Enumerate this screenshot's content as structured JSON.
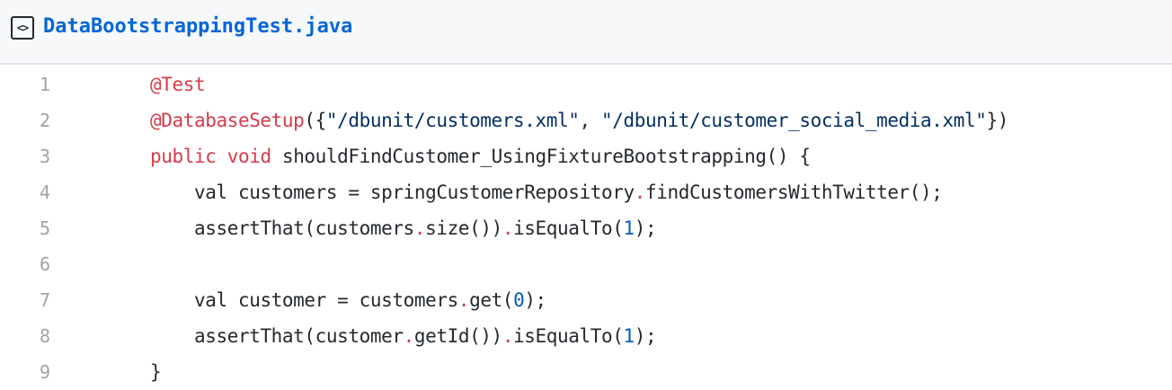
{
  "file": {
    "icon": "code-file-icon",
    "icon_glyph": "<>",
    "name": "DataBootstrappingTest.java"
  },
  "colors": {
    "filename": "#0366d6",
    "header_bg": "#f6f8fa",
    "keyword": "#d73a49",
    "string": "#032f62",
    "number": "#005cc5",
    "line_number": "#a0a4a8"
  },
  "lines": [
    {
      "number": "1",
      "indent": "",
      "tokens": [
        {
          "t": "@Test",
          "c": "ann"
        }
      ]
    },
    {
      "number": "2",
      "indent": "",
      "tokens": [
        {
          "t": "@DatabaseSetup",
          "c": "ann"
        },
        {
          "t": "({",
          "c": ""
        },
        {
          "t": "\"/dbunit/customers.xml\"",
          "c": "str"
        },
        {
          "t": ", ",
          "c": ""
        },
        {
          "t": "\"/dbunit/customer_social_media.xml\"",
          "c": "str"
        },
        {
          "t": "})",
          "c": ""
        }
      ]
    },
    {
      "number": "3",
      "indent": "",
      "tokens": [
        {
          "t": "public",
          "c": "kw"
        },
        {
          "t": " ",
          "c": ""
        },
        {
          "t": "void",
          "c": "kw"
        },
        {
          "t": " shouldFindCustomer_UsingFixtureBootstrapping() {",
          "c": ""
        }
      ]
    },
    {
      "number": "4",
      "indent": "    ",
      "tokens": [
        {
          "t": "val customers = springCustomerRepository",
          "c": ""
        },
        {
          "t": ".",
          "c": "dot"
        },
        {
          "t": "findCustomersWithTwitter();",
          "c": ""
        }
      ]
    },
    {
      "number": "5",
      "indent": "    ",
      "tokens": [
        {
          "t": "assertThat(customers",
          "c": ""
        },
        {
          "t": ".",
          "c": "dot"
        },
        {
          "t": "size())",
          "c": ""
        },
        {
          "t": ".",
          "c": "dot"
        },
        {
          "t": "isEqualTo(",
          "c": ""
        },
        {
          "t": "1",
          "c": "num"
        },
        {
          "t": ");",
          "c": ""
        }
      ]
    },
    {
      "number": "6",
      "indent": "",
      "tokens": []
    },
    {
      "number": "7",
      "indent": "    ",
      "tokens": [
        {
          "t": "val customer = customers",
          "c": ""
        },
        {
          "t": ".",
          "c": "dot"
        },
        {
          "t": "get(",
          "c": ""
        },
        {
          "t": "0",
          "c": "num"
        },
        {
          "t": ");",
          "c": ""
        }
      ]
    },
    {
      "number": "8",
      "indent": "    ",
      "tokens": [
        {
          "t": "assertThat(customer",
          "c": ""
        },
        {
          "t": ".",
          "c": "dot"
        },
        {
          "t": "getId())",
          "c": ""
        },
        {
          "t": ".",
          "c": "dot"
        },
        {
          "t": "isEqualTo(",
          "c": ""
        },
        {
          "t": "1",
          "c": "num"
        },
        {
          "t": ");",
          "c": ""
        }
      ]
    },
    {
      "number": "9",
      "indent": "",
      "tokens": [
        {
          "t": "}",
          "c": ""
        }
      ]
    }
  ]
}
